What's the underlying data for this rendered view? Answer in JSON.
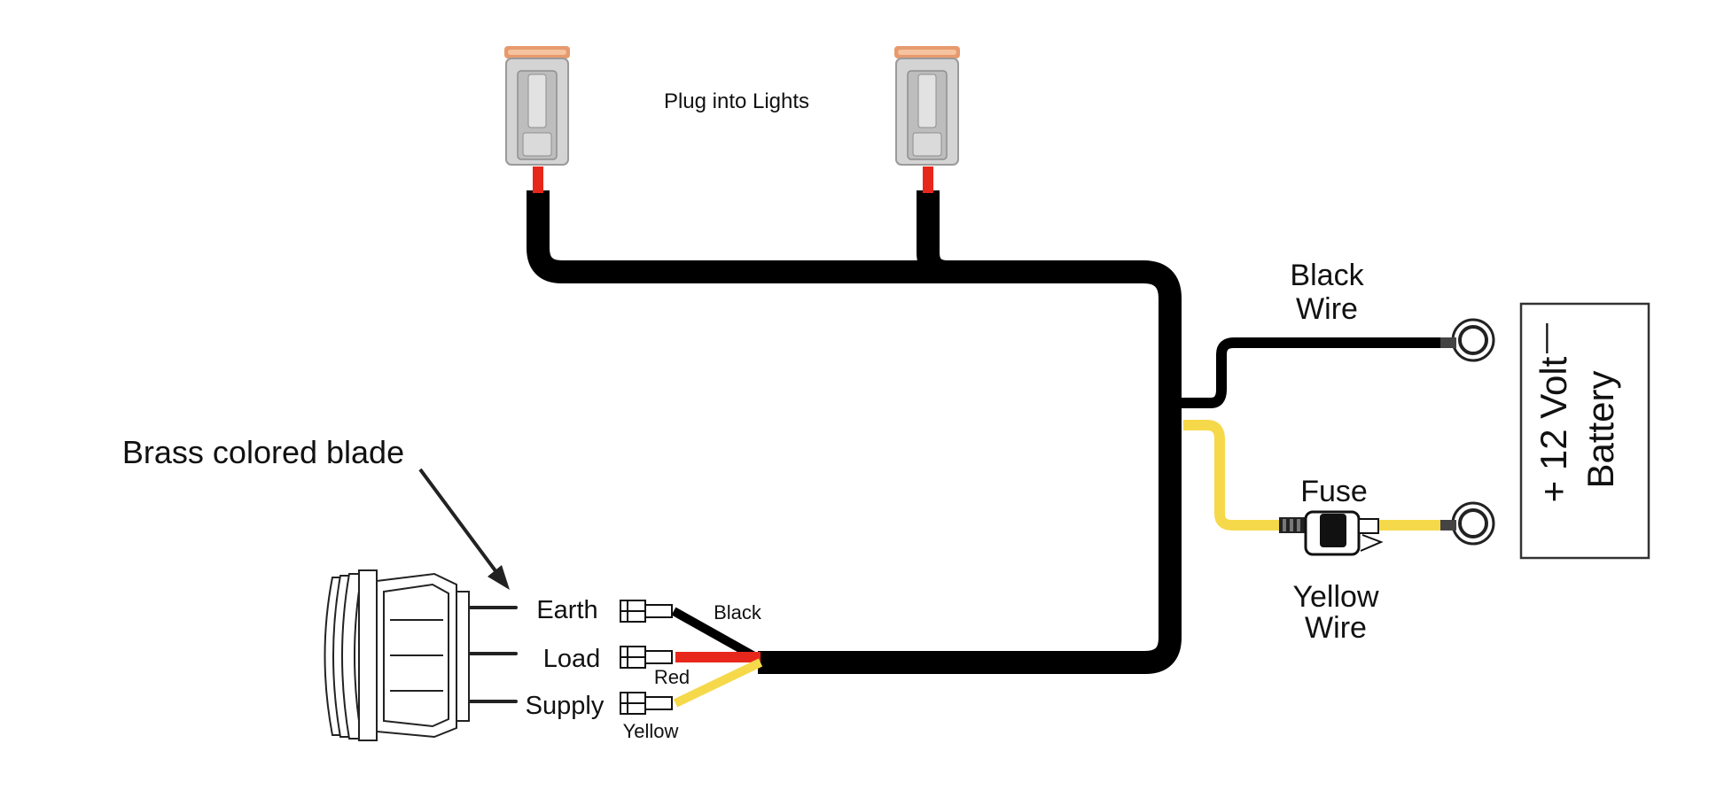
{
  "labels": {
    "plug_into_lights": "Plug into Lights",
    "black_wire_line1": "Black",
    "black_wire_line2": "Wire",
    "fuse": "Fuse",
    "yellow_wire_line1": "Yellow",
    "yellow_wire_line2": "Wire",
    "battery_line1": "+ 12 Volt",
    "battery_line2": "Battery",
    "battery_minus": "—",
    "brass_blade": "Brass colored blade",
    "earth": "Earth",
    "load": "Load",
    "supply": "Supply",
    "wire_black": "Black",
    "wire_red": "Red",
    "wire_yellow": "Yellow"
  },
  "colors": {
    "harness_black": "#000000",
    "wire_red": "#e8271c",
    "wire_yellow": "#f6d94a",
    "connector_grey": "#d4d4d4",
    "connector_seal": "#e79a6e"
  }
}
